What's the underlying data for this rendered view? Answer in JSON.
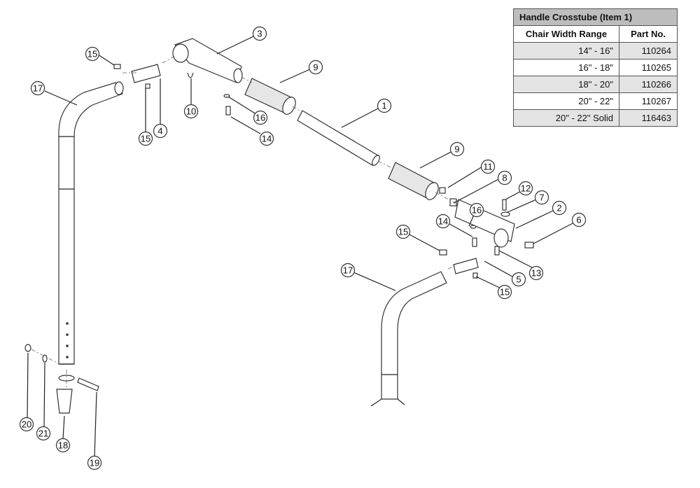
{
  "table": {
    "title": "Handle Crosstube (Item 1)",
    "headers": [
      "Chair Width Range",
      "Part No."
    ],
    "rows": [
      {
        "range": "14\" - 16\"",
        "part": "110264"
      },
      {
        "range": "16\" - 18\"",
        "part": "110265"
      },
      {
        "range": "18\" - 20\"",
        "part": "110266"
      },
      {
        "range": "20\" - 22\"",
        "part": "110267"
      },
      {
        "range": "20\" - 22\" Solid",
        "part": "116463"
      }
    ]
  },
  "callouts": [
    "1",
    "2",
    "3",
    "4",
    "5",
    "6",
    "7",
    "8",
    "9",
    "9",
    "10",
    "11",
    "12",
    "13",
    "14",
    "14",
    "15",
    "15",
    "15",
    "15",
    "16",
    "16",
    "17",
    "17",
    "18",
    "19",
    "20",
    "21"
  ]
}
